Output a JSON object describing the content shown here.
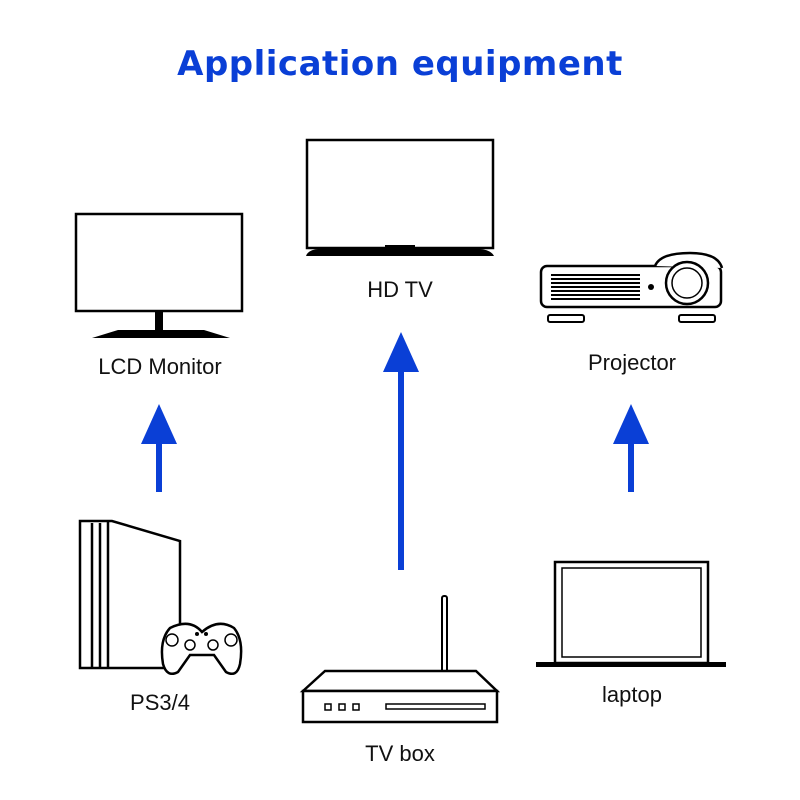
{
  "title": "Application equipment",
  "colors": {
    "title": "#0a3fd6",
    "arrow": "#0a3fd6",
    "line": "#000000"
  },
  "labels": {
    "lcd_monitor": "LCD Monitor",
    "hd_tv": "HD TV",
    "projector": "Projector",
    "ps34": "PS3/4",
    "tv_box": "TV box",
    "laptop": "laptop"
  },
  "icons": [
    "monitor-icon",
    "tv-icon",
    "projector-icon",
    "console-icon",
    "gamepad-icon",
    "set-top-box-icon",
    "laptop-icon"
  ]
}
